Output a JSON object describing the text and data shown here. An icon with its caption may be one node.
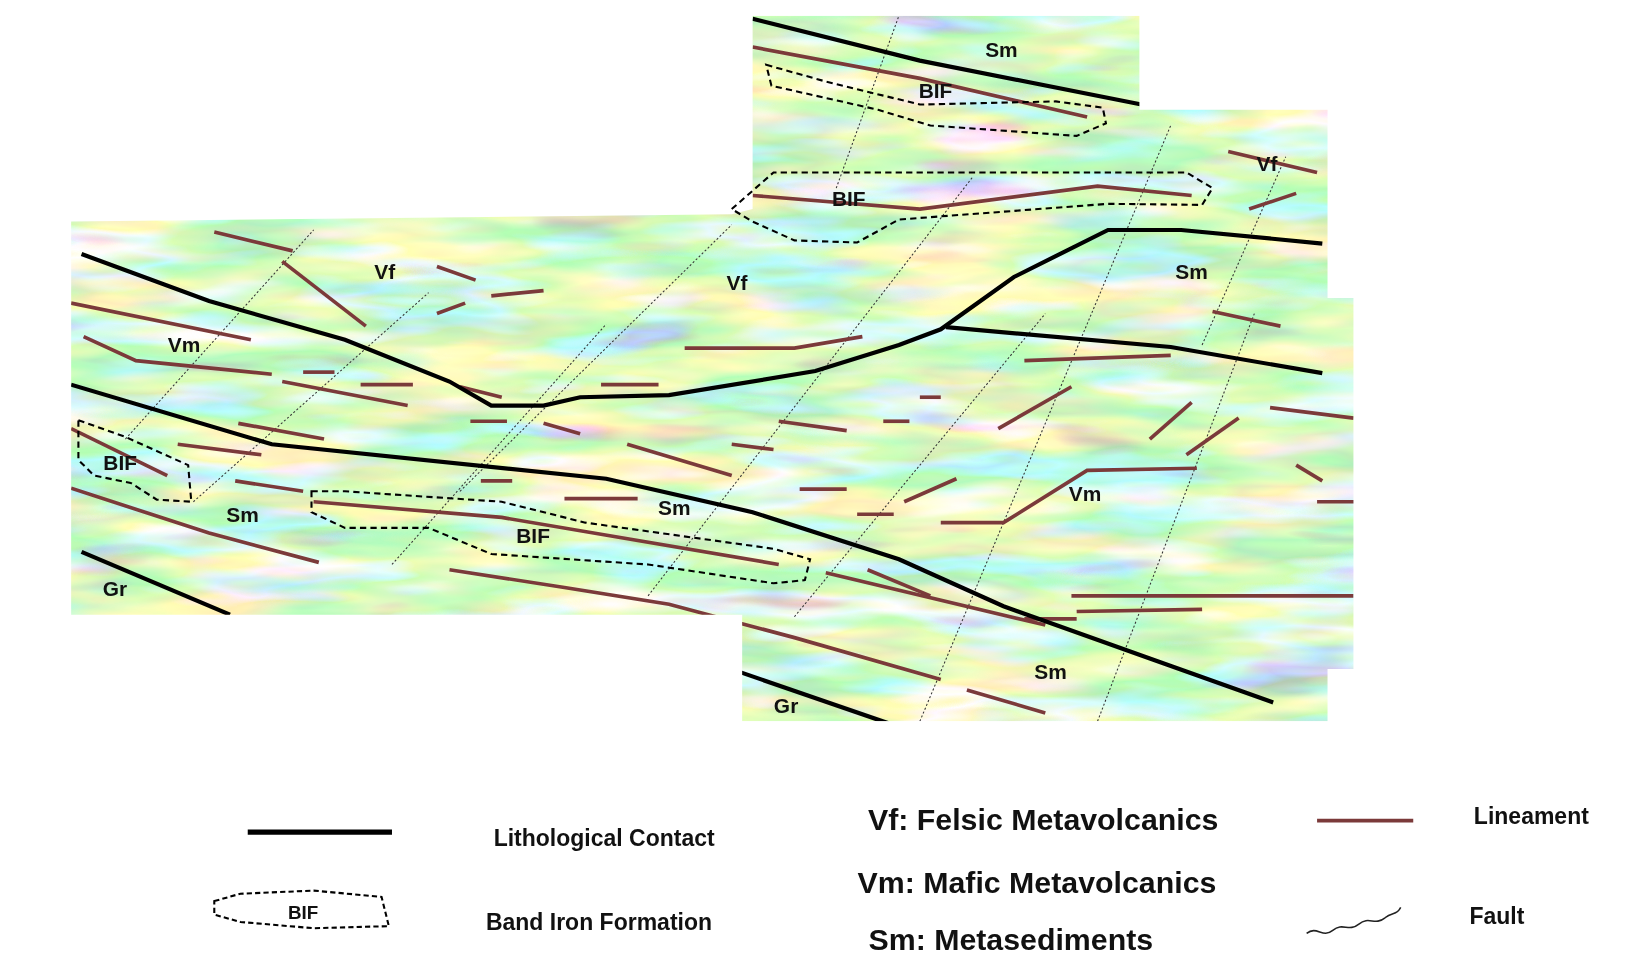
{
  "diagram": {
    "nodes": [
      {
        "text": [
          "BIF"
        ]
      },
      {
        "text": [
          "BIF"
        ]
      },
      {
        "text": [
          "BIF"
        ]
      },
      {
        "text": [
          "BIF"
        ]
      }
    ],
    "labels": [
      "Sm",
      "Vf",
      "Vf",
      "Vf",
      "Sm",
      "Vm",
      "Sm",
      "Sm",
      "Vm",
      "Gr",
      "Sm",
      "Gr",
      "Vf: Felsic Metavolcanics",
      "Vm: Mafic Metavolcanics",
      "BIF",
      "Sm: Metasediments"
    ],
    "legend": [
      {
        "text": "Lithological Contact"
      },
      {
        "text": "Band Iron Formation"
      },
      {
        "text": "Lineament"
      },
      {
        "text": "Fault"
      }
    ]
  }
}
